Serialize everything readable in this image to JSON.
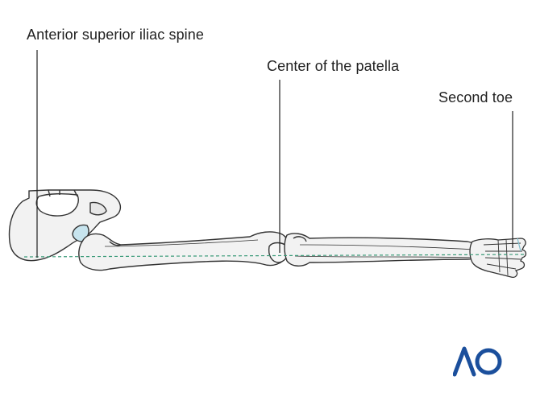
{
  "labels": {
    "asis": "Anterior superior iliac spine",
    "patella": "Center of the patella",
    "toe": "Second toe"
  },
  "logo": {
    "text": "AO",
    "color": "#1b4f9c"
  },
  "colors": {
    "bone_fill": "#f2f2f2",
    "bone_stroke": "#333333",
    "leader": "#222222",
    "alignment_line": "#3a9a78",
    "highlight": "#b9dce8"
  },
  "icons": [
    "ao-logo"
  ]
}
